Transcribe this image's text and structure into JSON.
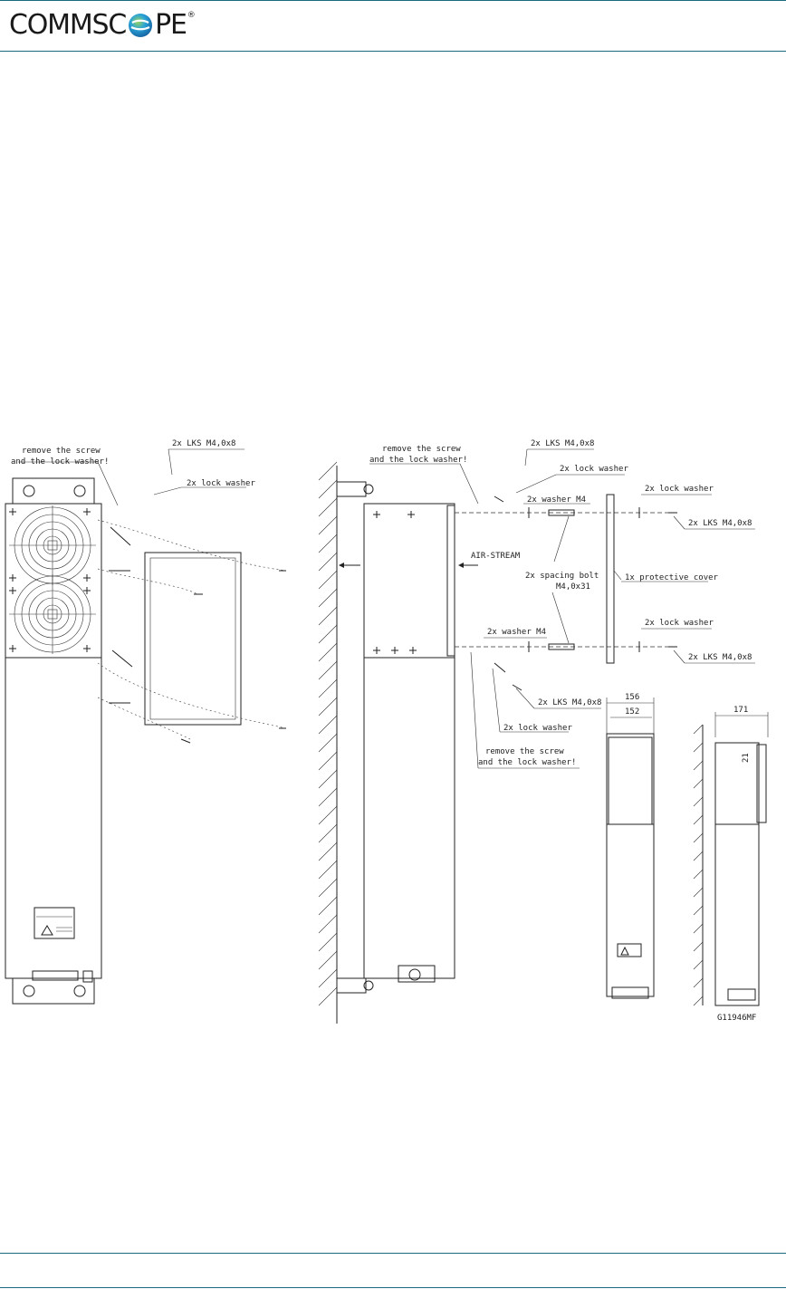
{
  "header": {
    "logo_text_left": "COMMSC",
    "logo_text_right": "PE",
    "logo_trademark": "®"
  },
  "figure": {
    "left_view": {
      "callout_remove": [
        "remove the screw",
        "and the lock washer!"
      ],
      "callout_lks": "2x LKS M4,0x8",
      "callout_lock_washer": "2x lock washer"
    },
    "right_view": {
      "callout_remove_top": [
        "remove the screw",
        "and the lock washer!"
      ],
      "callout_lks_top": "2x LKS M4,0x8",
      "callout_lock_washer_top": "2x lock washer",
      "callout_washer_top": "2x washer M4",
      "callout_lock_washer_cover_top": "2x lock washer",
      "callout_lks_cover_top": "2x LKS M4,0x8",
      "airstream": "AIR-STREAM",
      "callout_spacing_bolt": [
        "2x spacing bolt",
        "M4,0x31"
      ],
      "callout_protective_cover": "1x protective cover",
      "callout_washer_bottom": "2x washer M4",
      "callout_lock_washer_cover_bottom": "2x lock washer",
      "callout_lks_cover_bottom": "2x LKS M4,0x8",
      "callout_lks_bottom": "2x LKS M4,0x8",
      "callout_lock_washer_bottom": "2x lock washer",
      "callout_remove_bottom": [
        "remove the screw",
        "and the lock washer!"
      ]
    },
    "dimensions": {
      "width_outer": "156",
      "width_inner": "152",
      "depth": "171",
      "small_dim": "21"
    },
    "drawing_id": "G11946MF"
  },
  "colors": {
    "accent_rule": "#1a6a7e",
    "logo_o_blue": "#1e88c8",
    "logo_o_green": "#7cc242"
  }
}
